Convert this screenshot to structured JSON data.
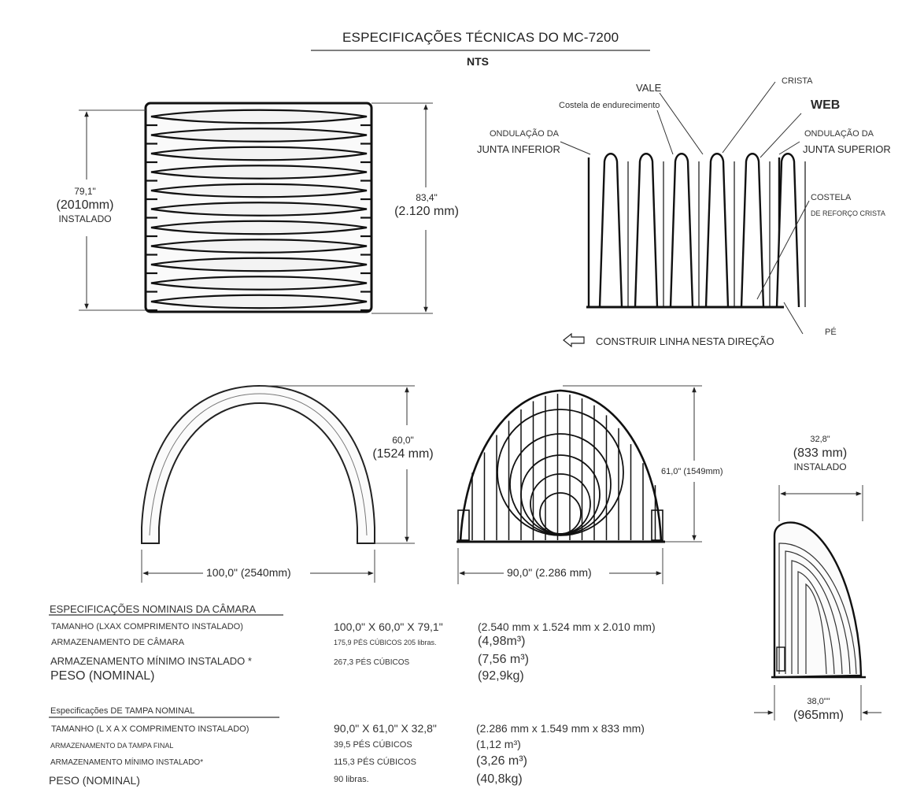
{
  "header": {
    "title": "ESPECIFICAÇÕES TÉCNICAS DO MC-7200",
    "subtitle": "NTS"
  },
  "top_view": {
    "dim_installed_in": "79,1\"",
    "dim_installed_mm": "(2010mm)",
    "dim_installed_label": "INSTALADO",
    "dim_total_in": "83,4\"",
    "dim_total_mm": "(2.120 mm)"
  },
  "profile_view": {
    "labels": {
      "vale": "VALE",
      "costela_endurecimento": "Costela de endurecimento",
      "crista": "CRISTA",
      "web": "WEB",
      "ondulacao_inferior_1": "ONDULAÇÃO DA",
      "ondulacao_inferior_2": "JUNTA INFERIOR",
      "ondulacao_superior_1": "ONDULAÇÃO DA",
      "ondulacao_superior_2": "JUNTA SUPERIOR",
      "costela_1": "COSTELA",
      "costela_2": "DE REFORÇO CRISTA",
      "pe": "PÉ"
    },
    "direction_text": "CONSTRUIR LINHA NESTA DIREÇÃO",
    "direction_icon": "arrow-left-icon"
  },
  "arch_view": {
    "height_in": "60,0\"",
    "height_mm": "(1524 mm)",
    "width": "100,0\" (2540mm)"
  },
  "end_cap_front": {
    "height": "61,0\" (1549mm)",
    "width": "90,0\" (2.286 mm)"
  },
  "end_cap_side": {
    "top_in": "32,8\"",
    "top_mm": "(833 mm)",
    "top_label": "INSTALADO",
    "bottom_in": "38,0\"\"",
    "bottom_mm": "(965mm)"
  },
  "chamber_specs": {
    "heading": "ESPECIFICAÇÕES NOMINAIS DA CÂMARA",
    "rows": [
      {
        "label": "TAMANHO (LXAX COMPRIMENTO INSTALADO)",
        "value": "100,0\" X 60,0\" X 79,1\"",
        "metric": "(2.540 mm x 1.524 mm x 2.010 mm)"
      },
      {
        "label": "ARMAZENAMENTO DE CÂMARA",
        "value": "175,9 PÉS CÚBICOS 205 libras.",
        "metric": "(4,98m³)"
      },
      {
        "label": "ARMAZENAMENTO MÍNIMO INSTALADO *",
        "value": "267,3 PÉS CÚBICOS",
        "metric": "(7,56 m³)"
      },
      {
        "label": "PESO (NOMINAL)",
        "value": "",
        "metric": "(92,9kg)"
      }
    ]
  },
  "cap_specs": {
    "heading": "Especificações DE TAMPA NOMINAL",
    "rows": [
      {
        "label": "TAMANHO (L X A X COMPRIMENTO INSTALADO)",
        "value": "90,0\" X 61,0\" X 32,8\"",
        "metric": "(2.286 mm x 1.549 mm x 833 mm)"
      },
      {
        "label": "ARMAZENAMENTO DA TAMPA FINAL",
        "value": "39,5 PÉS CÚBICOS",
        "metric": "(1,12 m³)"
      },
      {
        "label": "ARMAZENAMENTO MÍNIMO INSTALADO*",
        "value": "115,3 PÉS CÚBICOS",
        "metric": "(3,26 m³)"
      },
      {
        "label": "PESO (NOMINAL)",
        "value": "90 libras.",
        "metric": "(40,8kg)"
      }
    ]
  }
}
